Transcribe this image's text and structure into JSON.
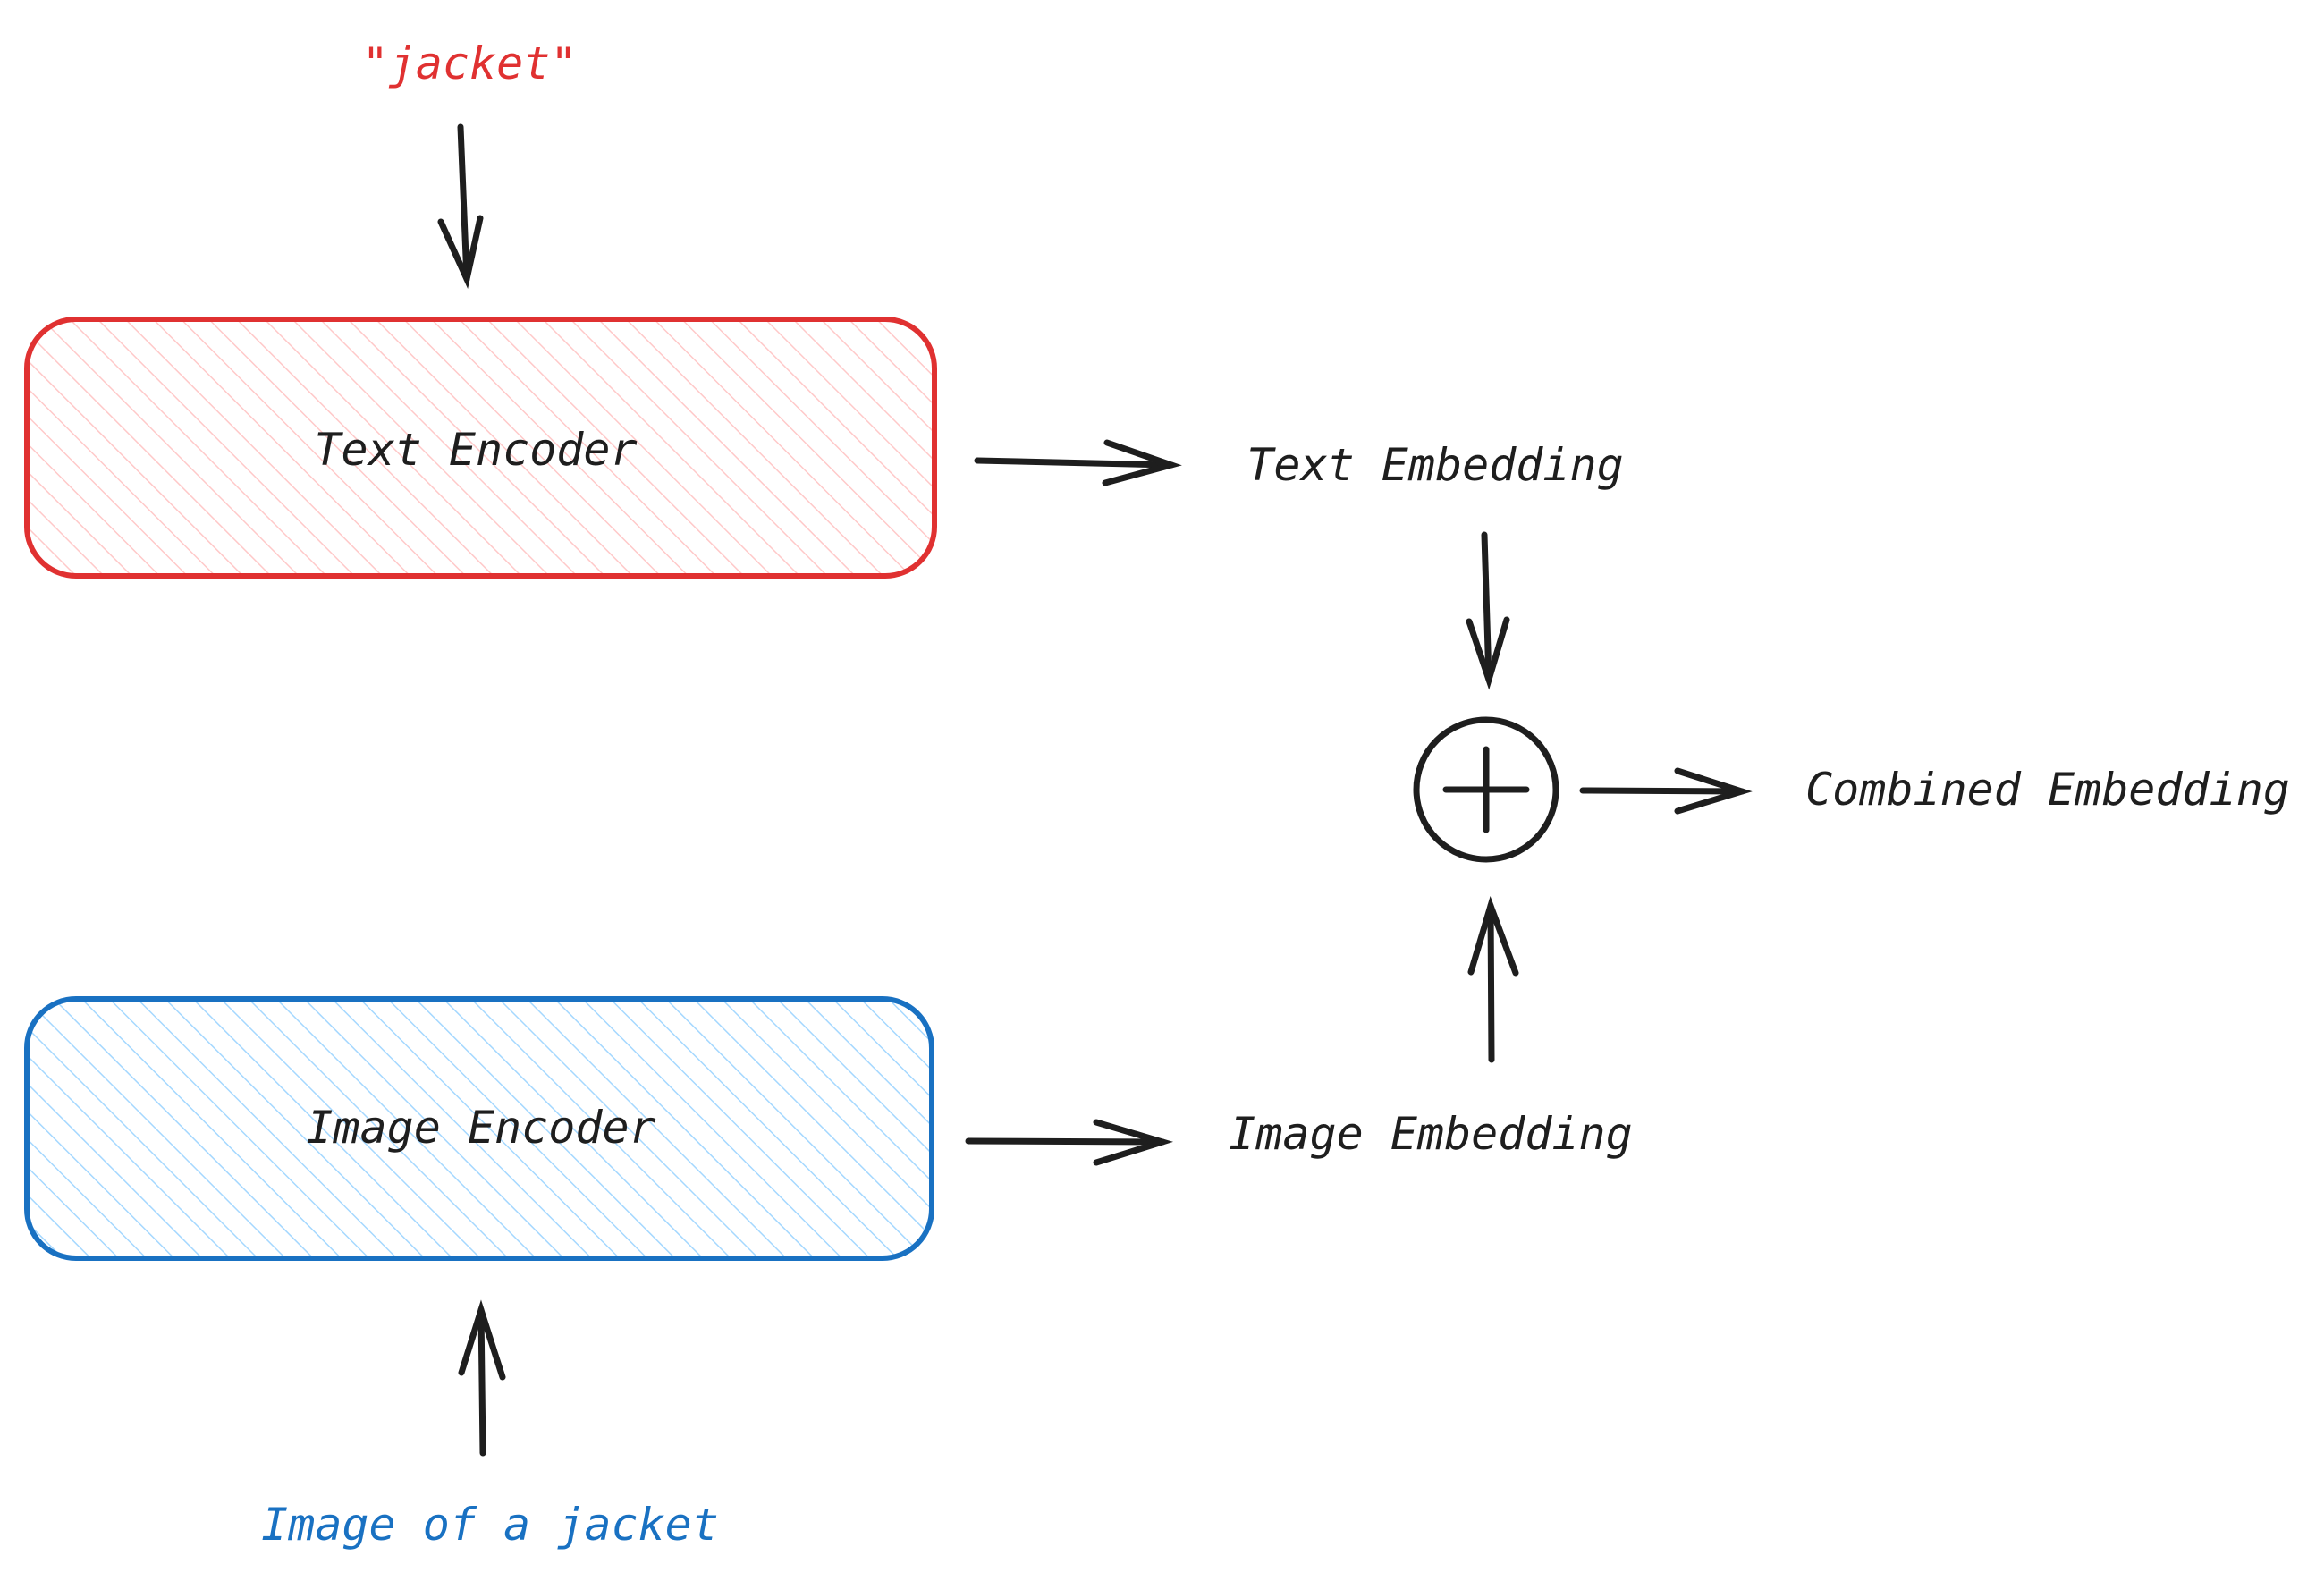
{
  "inputs": {
    "text_query": "\"jacket\"",
    "image_query": "Image of a jacket"
  },
  "encoders": {
    "text": "Text Encoder",
    "image": "Image Encoder"
  },
  "embeddings": {
    "text": "Text Embedding",
    "image": "Image Embedding",
    "combined": "Combined Embedding"
  },
  "operator": {
    "icon": "plus-circle-icon"
  },
  "colors": {
    "text_accent": "#e03131",
    "text_fill": "#ffc9c9",
    "image_accent": "#1971c2",
    "image_fill": "#a5d8ff",
    "ink": "#1e1e1e"
  }
}
